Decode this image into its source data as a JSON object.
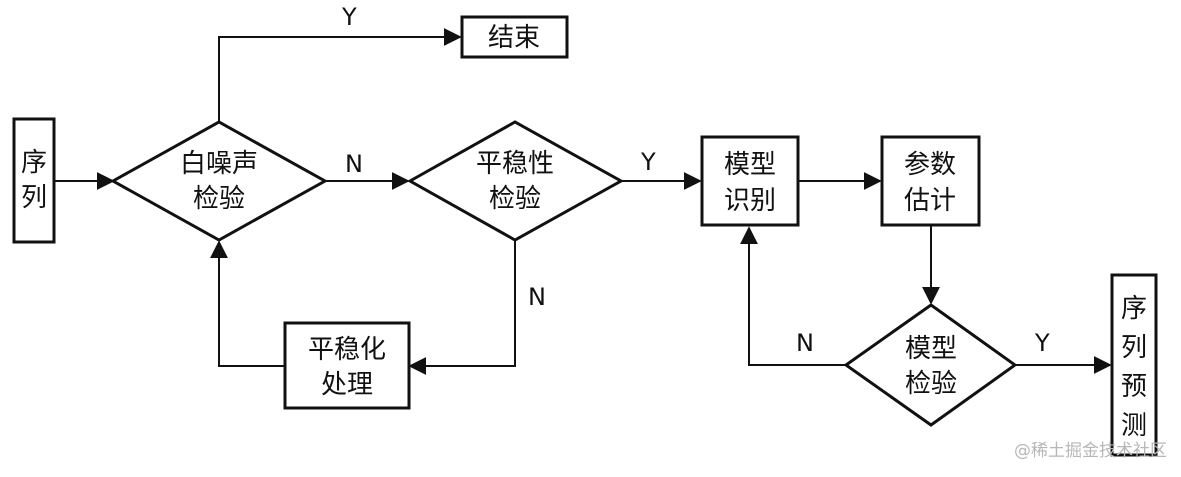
{
  "nodes": {
    "input_series": {
      "lines": [
        "序",
        "列"
      ]
    },
    "end": {
      "lines": [
        "结束"
      ]
    },
    "white_noise_test": {
      "lines": [
        "白噪声",
        "检验"
      ]
    },
    "stationarity_test": {
      "lines": [
        "平稳性",
        "检验"
      ]
    },
    "stationarize": {
      "lines": [
        "平稳化",
        "处理"
      ]
    },
    "model_identification": {
      "lines": [
        "模型",
        "识别"
      ]
    },
    "parameter_estimation": {
      "lines": [
        "参数",
        "估计"
      ]
    },
    "model_test": {
      "lines": [
        "模型",
        "检验"
      ]
    },
    "series_forecast": {
      "lines": [
        "序",
        "列",
        "预",
        "测"
      ]
    }
  },
  "edge_labels": {
    "white_noise_yes": "Y",
    "white_noise_no": "N",
    "stationarity_yes": "Y",
    "stationarity_no": "N",
    "model_test_no": "N",
    "model_test_yes": "Y"
  },
  "watermark": "@稀土掘金技术社区"
}
